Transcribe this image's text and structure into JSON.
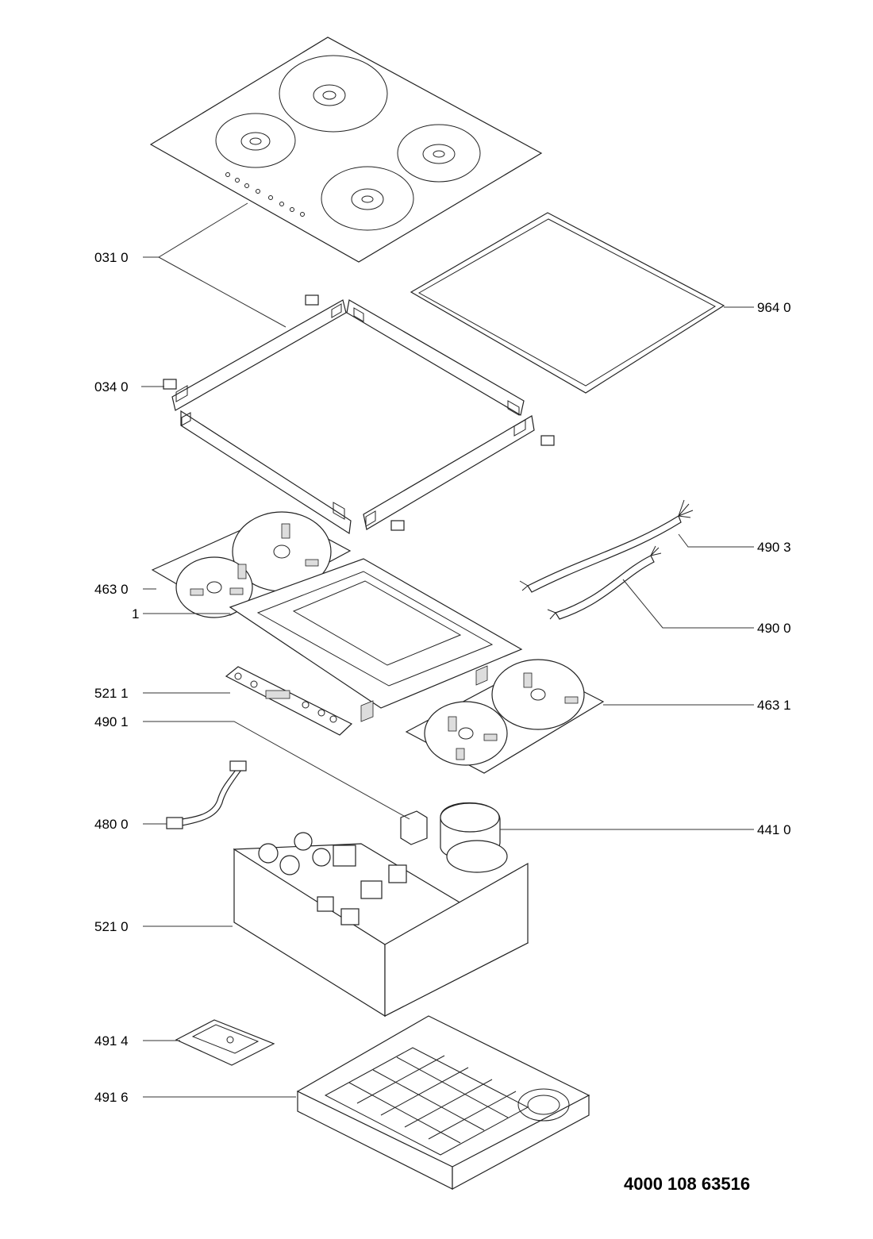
{
  "labels": {
    "l0310": "031 0",
    "l0340": "034 0",
    "l9640": "964 0",
    "l4903": "490 3",
    "l4630": "463 0",
    "l1": "1",
    "l4900": "490 0",
    "l5211": "521 1",
    "l4631": "463 1",
    "l4901": "490 1",
    "l4800": "480 0",
    "l4410": "441 0",
    "l5210": "521 0",
    "l4914": "491 4",
    "l4916": "491 6"
  },
  "document_code": "4000 108 63516"
}
